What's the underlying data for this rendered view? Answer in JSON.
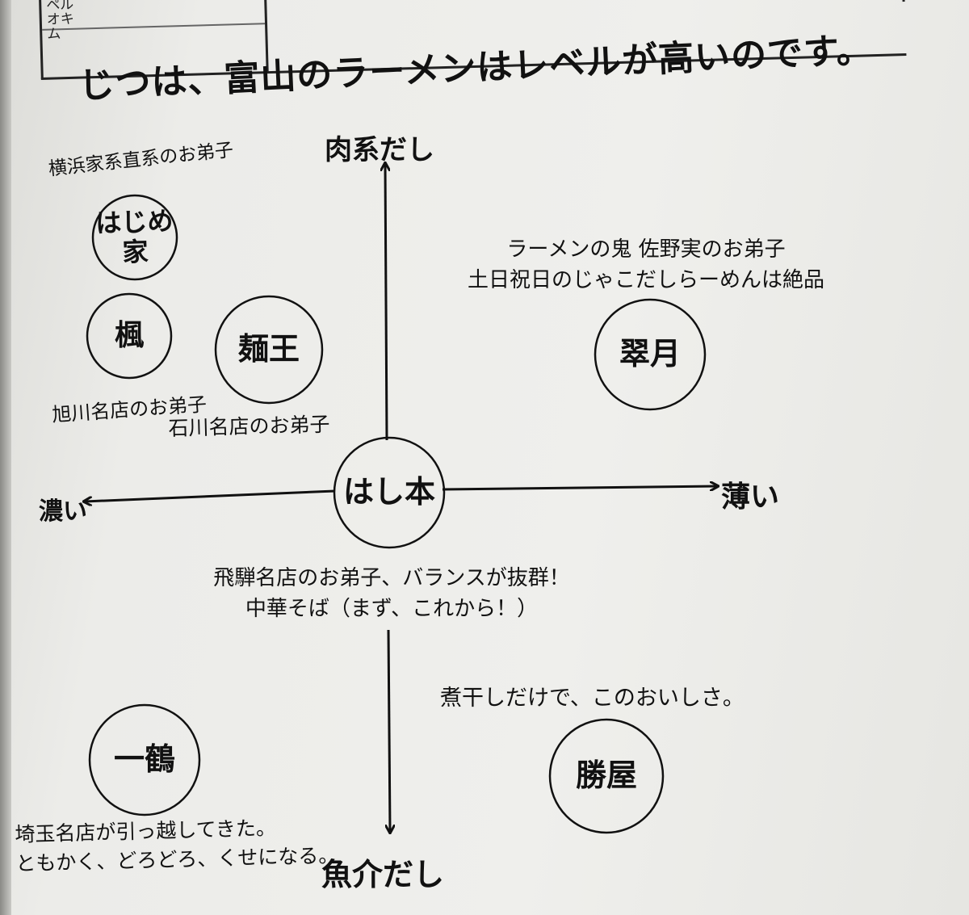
{
  "table_fragment": {
    "vertical_text": "ペルオキ\nム"
  },
  "headline": "じつは、富山のラーメンはレベルが高いのです。",
  "axes": {
    "top": "肉系だし",
    "bottom": "魚介だし",
    "left": "濃い",
    "right": "薄い"
  },
  "shops": [
    {
      "name": "はじめ\n家",
      "note": "横浜家系直系のお弟子"
    },
    {
      "name": "楓",
      "note": "旭川名店のお弟子"
    },
    {
      "name": "麺王",
      "note": "石川名店のお弟子"
    },
    {
      "name": "翠月",
      "note": "ラーメンの鬼 佐野実のお弟子\n土日祝日のじゃこだしらーめんは絶品"
    },
    {
      "name": "はし本",
      "note": "飛騨名店のお弟子、バランスが抜群！\n中華そば（まず、これから！）"
    },
    {
      "name": "一鶴",
      "note": "埼玉名店が引っ越してきた。\nともかく、どろどろ、くせになる。"
    },
    {
      "name": "勝屋",
      "note": "煮干しだけで、このおいしさ。"
    }
  ]
}
